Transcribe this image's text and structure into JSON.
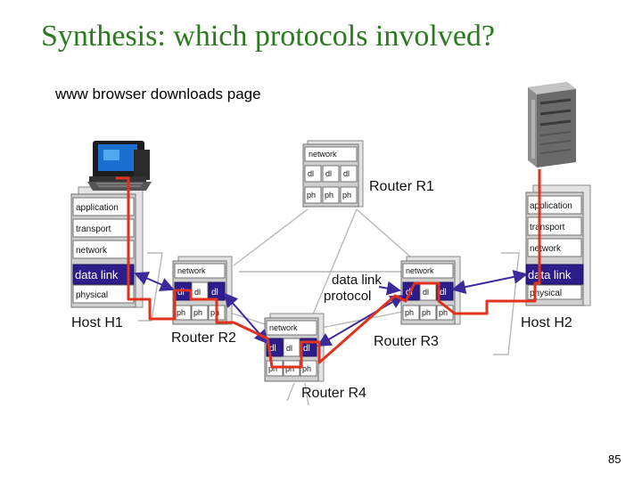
{
  "slide": {
    "title": "Synthesis: which protocols involved?",
    "subtitle": "www browser downloads page",
    "page_number": "85"
  },
  "layers": {
    "application": "application",
    "transport": "transport",
    "network": "network",
    "data_link": "data link",
    "physical": "physical",
    "dl": "dl",
    "ph": "ph"
  },
  "nodes": {
    "host_h1": "Host H1",
    "host_h2": "Host H2",
    "router_r1": "Router R1",
    "router_r2": "Router R2",
    "router_r3": "Router R3",
    "router_r4": "Router R4"
  },
  "annotation": {
    "line1": "data link",
    "line2": "protocol"
  },
  "colors": {
    "title": "#2a7a1e",
    "data_link_layer": "#2d1d8a",
    "packet_path": "#e2311c",
    "dl_link": "#3d2a9a"
  },
  "icons": {
    "client": "desktop-computer-icon",
    "server": "server-tower-icon"
  }
}
